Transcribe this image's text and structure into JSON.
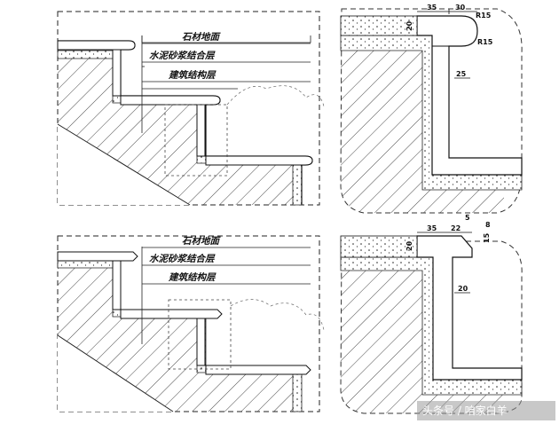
{
  "panels": [
    {
      "labels": [
        "石材地面",
        "水泥砂浆结合层",
        "建筑结构层"
      ]
    },
    {
      "labels": [
        "石材地面",
        "水泥砂浆结合层",
        "建筑结构层"
      ]
    }
  ],
  "details": [
    {
      "dims": [
        "35",
        "30",
        "R15",
        "R15",
        "20",
        "25"
      ]
    },
    {
      "dims": [
        "35",
        "22",
        "5",
        "8",
        "15",
        "20",
        "20"
      ]
    }
  ],
  "watermark": "头条号 / 咱家白羊"
}
